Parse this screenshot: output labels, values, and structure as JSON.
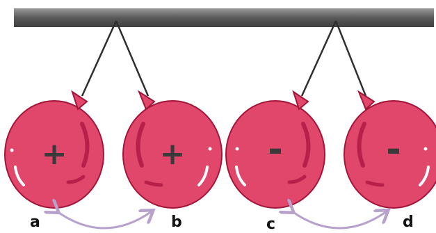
{
  "balloons": [
    {
      "label": "a",
      "charge": "+"
    },
    {
      "label": "b",
      "charge": "+"
    },
    {
      "label": "c",
      "charge": "-"
    },
    {
      "label": "d",
      "charge": "-"
    }
  ],
  "colors": {
    "balloon_fill": "#e0476b",
    "balloon_stroke": "#a3163a",
    "highlight_dark": "#b81f4a",
    "highlight_light": "#ffffff",
    "charge_symbol": "#3a3a3a",
    "bar_dark": "#3f3f3f",
    "bar_light": "#9a9a9a",
    "string": "#2f2f2f",
    "arrow": "#b8a1cc"
  }
}
